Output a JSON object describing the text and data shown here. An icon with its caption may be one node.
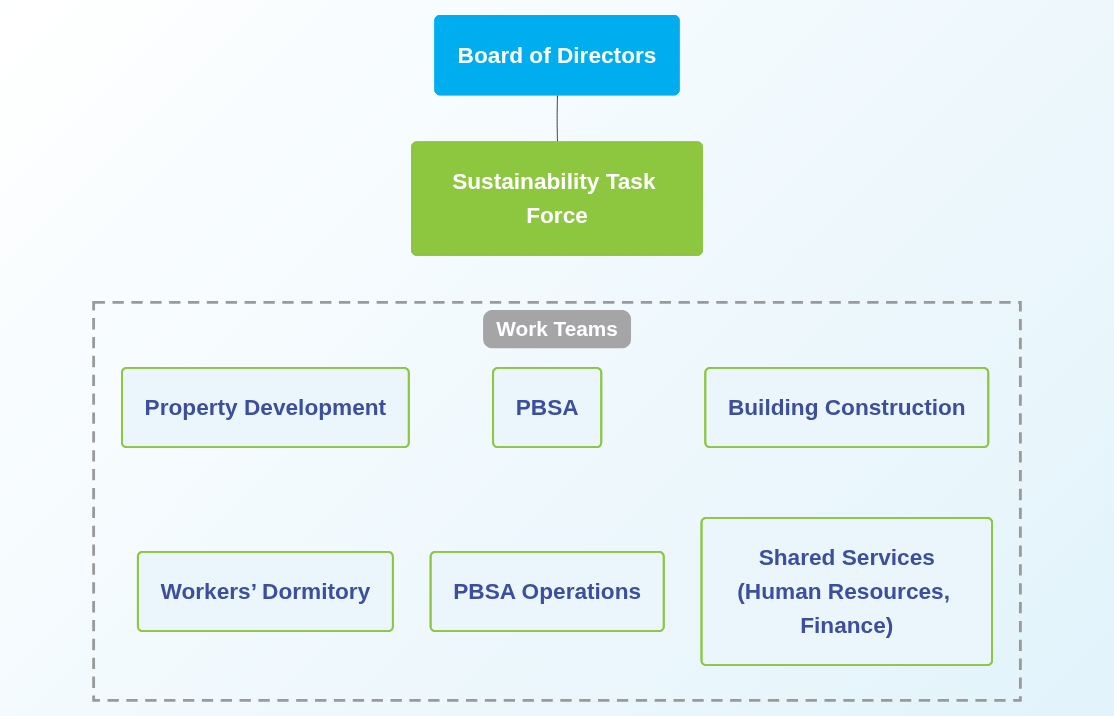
{
  "diagram": {
    "nodes": [
      {
        "text": [
          "Board of Directors"
        ]
      },
      {
        "text": [
          "Sustainability Task Force"
        ]
      },
      {
        "text": [
          "Work Teams"
        ]
      },
      {
        "text": [
          "Property Development"
        ],
        "in": 2
      },
      {
        "text": [
          "PBSA"
        ],
        "in": 2
      },
      {
        "text": [
          "Building Construction"
        ],
        "in": 2
      },
      {
        "text": [
          "Workers’ Dormitory"
        ],
        "in": 2
      },
      {
        "text": [
          "PBSA Operations"
        ],
        "in": 2
      },
      {
        "text": [
          "Shared Services",
          "(Human Resources, Finance)"
        ],
        "in": 2
      }
    ],
    "edges": [
      {
        "from": 0,
        "to": 1,
        "arrow": "none"
      }
    ]
  }
}
